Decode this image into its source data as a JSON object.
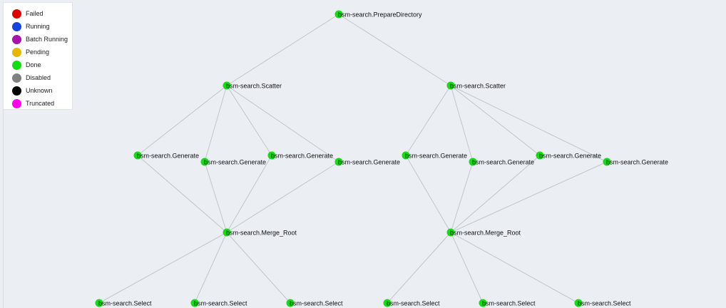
{
  "legend": {
    "items": [
      {
        "label": "Failed",
        "color": "#dd0000"
      },
      {
        "label": "Running",
        "color": "#1444dd"
      },
      {
        "label": "Batch Running",
        "color": "#aa11aa"
      },
      {
        "label": "Pending",
        "color": "#e6b800"
      },
      {
        "label": "Done",
        "color": "#11dd11"
      },
      {
        "label": "Disabled",
        "color": "#808080"
      },
      {
        "label": "Unknown",
        "color": "#000000"
      },
      {
        "label": "Truncated",
        "color": "#ff00ee"
      }
    ]
  },
  "graph": {
    "node_color": "#11dd11",
    "nodes": [
      {
        "id": "root",
        "label": "bsm-search.PrepareDirectory",
        "status": "Done"
      },
      {
        "id": "scatter1",
        "label": "bsm-search.Scatter",
        "status": "Done"
      },
      {
        "id": "scatter2",
        "label": "bsm-search.Scatter",
        "status": "Done"
      },
      {
        "id": "gen1",
        "label": "bsm-search.Generate",
        "status": "Done"
      },
      {
        "id": "gen2",
        "label": "bsm-search.Generate",
        "status": "Done"
      },
      {
        "id": "gen3",
        "label": "bsm-search.Generate",
        "status": "Done"
      },
      {
        "id": "gen4",
        "label": "bsm-search.Generate",
        "status": "Done"
      },
      {
        "id": "gen5",
        "label": "bsm-search.Generate",
        "status": "Done"
      },
      {
        "id": "gen6",
        "label": "bsm-search.Generate",
        "status": "Done"
      },
      {
        "id": "gen7",
        "label": "bsm-search.Generate",
        "status": "Done"
      },
      {
        "id": "gen8",
        "label": "bsm-search.Generate",
        "status": "Done"
      },
      {
        "id": "merge1",
        "label": "bsm-search.Merge_Root",
        "status": "Done"
      },
      {
        "id": "merge2",
        "label": "bsm-search.Merge_Root",
        "status": "Done"
      },
      {
        "id": "sel1",
        "label": "bsm-search.Select",
        "status": "Done"
      },
      {
        "id": "sel2",
        "label": "bsm-search.Select",
        "status": "Done"
      },
      {
        "id": "sel3",
        "label": "bsm-search.Select",
        "status": "Done"
      },
      {
        "id": "sel4",
        "label": "bsm-search.Select",
        "status": "Done"
      },
      {
        "id": "sel5",
        "label": "bsm-search.Select",
        "status": "Done"
      },
      {
        "id": "sel6",
        "label": "bsm-search.Select",
        "status": "Done"
      }
    ],
    "edges": [
      [
        "root",
        "scatter1"
      ],
      [
        "root",
        "scatter2"
      ],
      [
        "scatter1",
        "gen1"
      ],
      [
        "scatter1",
        "gen2"
      ],
      [
        "scatter1",
        "gen3"
      ],
      [
        "scatter1",
        "gen4"
      ],
      [
        "scatter2",
        "gen5"
      ],
      [
        "scatter2",
        "gen6"
      ],
      [
        "scatter2",
        "gen7"
      ],
      [
        "scatter2",
        "gen8"
      ],
      [
        "gen1",
        "merge1"
      ],
      [
        "gen2",
        "merge1"
      ],
      [
        "gen3",
        "merge1"
      ],
      [
        "gen4",
        "merge1"
      ],
      [
        "gen5",
        "merge2"
      ],
      [
        "gen6",
        "merge2"
      ],
      [
        "gen7",
        "merge2"
      ],
      [
        "gen8",
        "merge2"
      ],
      [
        "merge1",
        "sel1"
      ],
      [
        "merge1",
        "sel2"
      ],
      [
        "merge1",
        "sel3"
      ],
      [
        "merge2",
        "sel4"
      ],
      [
        "merge2",
        "sel5"
      ],
      [
        "merge2",
        "sel6"
      ]
    ]
  }
}
